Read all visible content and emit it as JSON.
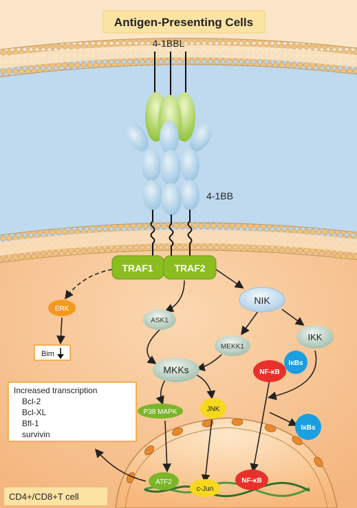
{
  "header": {
    "title": "Antigen-Presenting Cells"
  },
  "ligand": {
    "label": "4-1BBL"
  },
  "receptor": {
    "label": "4-1BB"
  },
  "adaptors": {
    "traf1": "TRAF1",
    "traf2": "TRAF2"
  },
  "nodes": {
    "erk": "ERK",
    "bim": "Bim",
    "ask1": "ASK1",
    "nik": "NIK",
    "mekk1": "MEKK1",
    "ikk": "IKK",
    "mkks": "MKKs",
    "nfkb": "NF-κB",
    "ikbs": "IκBs",
    "ikbs_free": "IκBs",
    "p38": "P38 MAPK",
    "jnk": "JNK",
    "atf2": "ATF2",
    "cjun": "c-Jun",
    "nfkb_nuclear": "NF-κB"
  },
  "transcription_box": {
    "heading": "Increased transcription",
    "genes": [
      "Bcl-2",
      "Bcl-XL",
      "Bfl-1",
      "survivin"
    ]
  },
  "footer": {
    "cell_label": "CD4+/CD8+T cell"
  },
  "colors": {
    "extracellular": "#bcd7ee",
    "apc_cytoplasm": "#fbe4c4",
    "tcell_cytoplasm": "#f8c99a",
    "traf_green": "#8cbd20",
    "erk_orange": "#f39a1c",
    "nfkb_red": "#e8312b",
    "ikbs_blue": "#1a9fe0",
    "header_bg": "#fbe3a4"
  }
}
